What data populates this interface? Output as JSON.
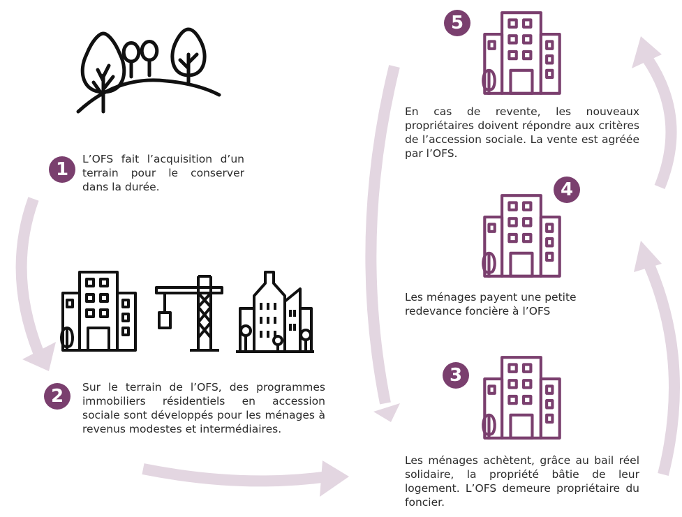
{
  "colors": {
    "accent": "#7a3f6e",
    "arrow": "#e3d6e1",
    "ink": "#111111",
    "text": "#2b2b2b"
  },
  "icons": [
    "trees-landscape-icon",
    "apartment-building-icon",
    "construction-crane-icon",
    "city-skyline-icon"
  ],
  "steps": [
    {
      "number": "1",
      "text": "L’OFS fait l’acquisition d’un terrain pour le conserver dans la durée."
    },
    {
      "number": "2",
      "text": "Sur le terrain de l’OFS, des programmes immobiliers résidentiels en accession sociale sont développés pour les ménages à revenus modestes et intermédiaires."
    },
    {
      "number": "3",
      "text": "Les ménages achètent, grâce au bail réel solidaire, la propriété bâtie de leur logement. L’OFS demeure propriétaire du foncier."
    },
    {
      "number": "4",
      "text": "Les ménages payent une petite redevance foncière à l’OFS"
    },
    {
      "number": "5",
      "text": "En cas de revente, les nouveaux propriétaires doivent répondre aux critères de l’accession sociale. La vente est agréée par l’OFS."
    }
  ]
}
